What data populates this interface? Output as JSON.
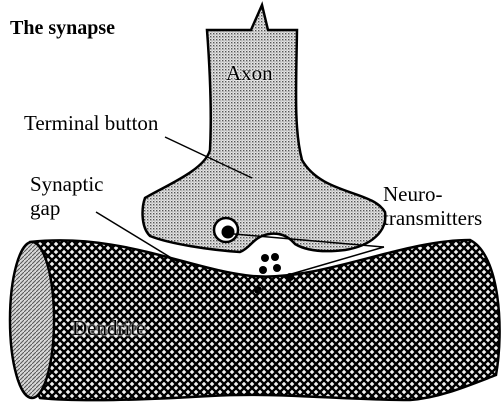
{
  "diagram": {
    "title": "The synapse",
    "labels": {
      "axon": "Axon",
      "terminal_button": "Terminal button",
      "synaptic_gap_line1": "Synaptic",
      "synaptic_gap_line2": "gap",
      "neurotransmitters_line1": "Neuro-",
      "neurotransmitters_line2": "transmitters",
      "dendrite": "Dendrite"
    },
    "colors": {
      "ink": "#000000",
      "background": "#ffffff",
      "axon_fill": "#c8c8c8",
      "dendrite_fill": "#9a9a9a"
    }
  }
}
